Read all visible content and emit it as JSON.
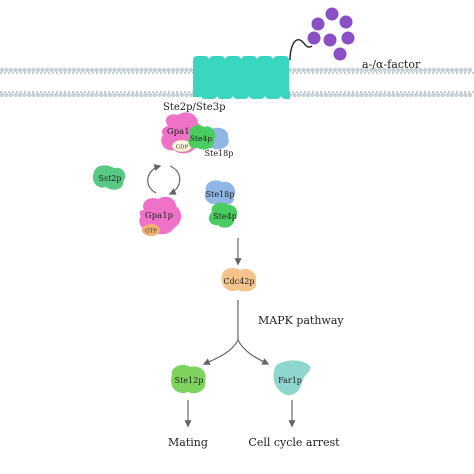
{
  "colors": {
    "membrane_bead": "#c6d3d6",
    "membrane_line": "#8aa0a6",
    "receptor": "#3bd6bf",
    "ligand": "#8a4fc4",
    "gpa1p": "#f072c8",
    "gdp": "#fff4e0",
    "gtp": "#f0b070",
    "ste4p": "#4bcc61",
    "ste18p": "#90b6e6",
    "sst2p": "#58c985",
    "cdc42p": "#f5c48c",
    "ste12p": "#7ed35e",
    "far1p": "#8fd6cf",
    "arrow": "#666666"
  },
  "labels": {
    "ligand": "a-/α-factor",
    "receptor": "Ste2p/Ste3p",
    "gpa1p_top": "Gpa1p",
    "gdp": "GDP",
    "ste4p_top": "Ste4p",
    "ste18p_top": "Ste18p",
    "sst2p": "Sst2p",
    "gpa1p_bottom": "Gpa1p",
    "gtp": "GTP",
    "ste18p_free": "Ste18p",
    "ste4p_free": "Ste4p",
    "cdc42p": "Cdc42p",
    "mapk": "MAPK pathway",
    "ste12p": "Ste12p",
    "far1p": "Far1p",
    "mating": "Mating",
    "arrest": "Cell cycle arrest"
  }
}
